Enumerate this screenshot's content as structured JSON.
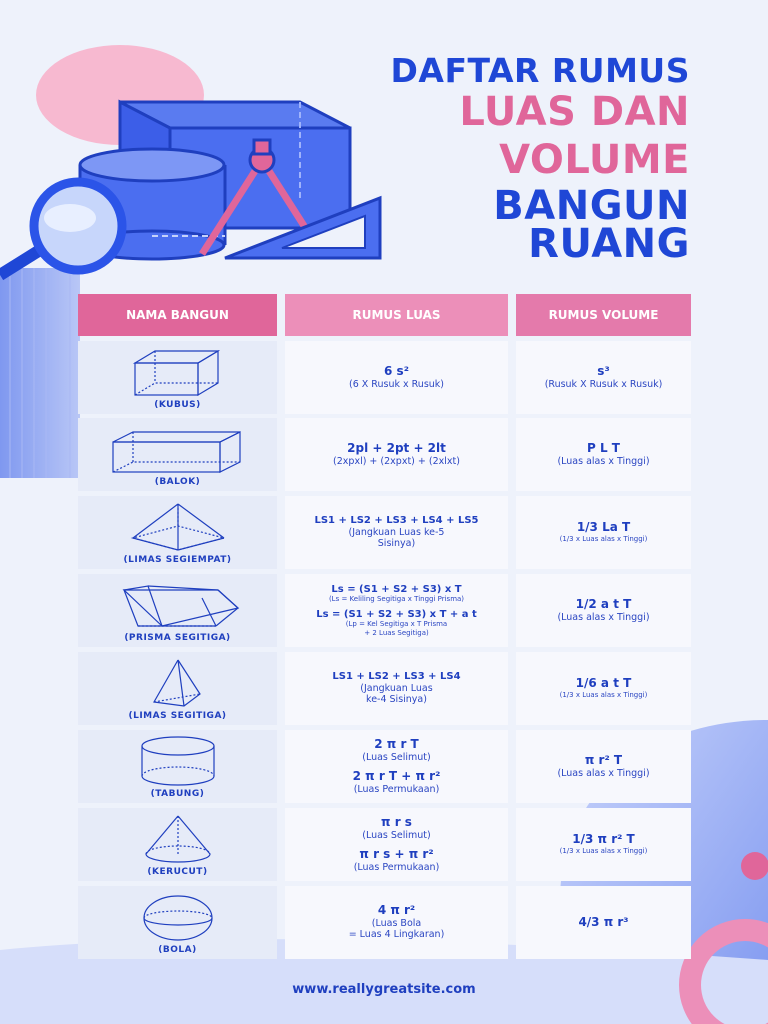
{
  "title": {
    "line1": "DAFTAR RUMUS",
    "line2": "LUAS DAN",
    "line3": "VOLUME",
    "line4": "BANGUN",
    "line5": "RUANG"
  },
  "colors": {
    "blue": "#1f47d6",
    "pink": "#e0669a",
    "light_pink": "#ec8fb9",
    "cell_bg": "#f7f8fd",
    "shape_bg": "#e6ebf8"
  },
  "table": {
    "headers": [
      "NAMA BANGUN",
      "RUMUS LUAS",
      "RUMUS VOLUME"
    ],
    "rows": [
      {
        "name": "(KUBUS)",
        "icon": "cube-icon",
        "luas": {
          "main1": "6 s²",
          "sub1": "(6 X Rusuk x Rusuk)"
        },
        "volume": {
          "main": "s³",
          "sub": "(Rusuk X Rusuk x Rusuk)"
        }
      },
      {
        "name": "(BALOK)",
        "icon": "cuboid-icon",
        "luas": {
          "main1": "2pl + 2pt + 2lt",
          "sub1": "(2xpxl) + (2xpxt) + (2xlxt)"
        },
        "volume": {
          "main": "P L T",
          "sub": "(Luas alas x Tinggi)"
        }
      },
      {
        "name": "(LIMAS SEGIEMPAT)",
        "icon": "square-pyramid-icon",
        "luas": {
          "main1": "LS1 + LS2 + LS3 + LS4 + LS5",
          "sub1": "(Jangkuan Luas ke-5",
          "sub1b": "Sisinya)"
        },
        "volume": {
          "main": "1/3 La T",
          "sub": "(1/3 x Luas alas x Tinggi)"
        }
      },
      {
        "name": "(PRISMA SEGITIGA)",
        "icon": "triangular-prism-icon",
        "luas": {
          "main1": "Ls = (S1 + S2 + S3) x T",
          "tiny1": "(Ls = Keliling Segitiga x Tinggi Prisma)",
          "main2": "Ls = (S1 + S2 + S3) x T + a t",
          "tiny2": "(Lp = Kel Segitiga x T Prisma",
          "tiny2b": "+ 2 Luas Segitiga)"
        },
        "volume": {
          "main": "1/2 a t  T",
          "sub": "(Luas alas x Tinggi)"
        }
      },
      {
        "name": "(LIMAS SEGITIGA)",
        "icon": "triangular-pyramid-icon",
        "luas": {
          "main1": "LS1 + LS2 + LS3 + LS4",
          "sub1": "(Jangkuan Luas",
          "sub1b": "ke-4 Sisinya)"
        },
        "volume": {
          "main": "1/6 a t T",
          "sub": "(1/3 x Luas alas x Tinggi)"
        }
      },
      {
        "name": "(TABUNG)",
        "icon": "cylinder-icon",
        "luas": {
          "main1": "2 π r T",
          "sub1": "(Luas Selimut)",
          "main2": "2 π r T + π r²",
          "sub2": "(Luas Permukaan)"
        },
        "volume": {
          "main": "π r² T",
          "sub": "(Luas alas x Tinggi)"
        }
      },
      {
        "name": "(KERUCUT)",
        "icon": "cone-icon",
        "luas": {
          "main1": "π r s",
          "sub1": "(Luas Selimut)",
          "main2": "π r s + π r²",
          "sub2": "(Luas Permukaan)"
        },
        "volume": {
          "main": "1/3 π r² T",
          "sub": "(1/3 x Luas alas x Tinggi)"
        }
      },
      {
        "name": "(BOLA)",
        "icon": "sphere-icon",
        "luas": {
          "main1": "4 π r²",
          "sub1": "(Luas Bola",
          "sub1b": "= Luas 4 Lingkaran)"
        },
        "volume": {
          "main": "4/3 π r³"
        }
      }
    ]
  },
  "footer": {
    "url": "www.reallygreatsite.com"
  }
}
